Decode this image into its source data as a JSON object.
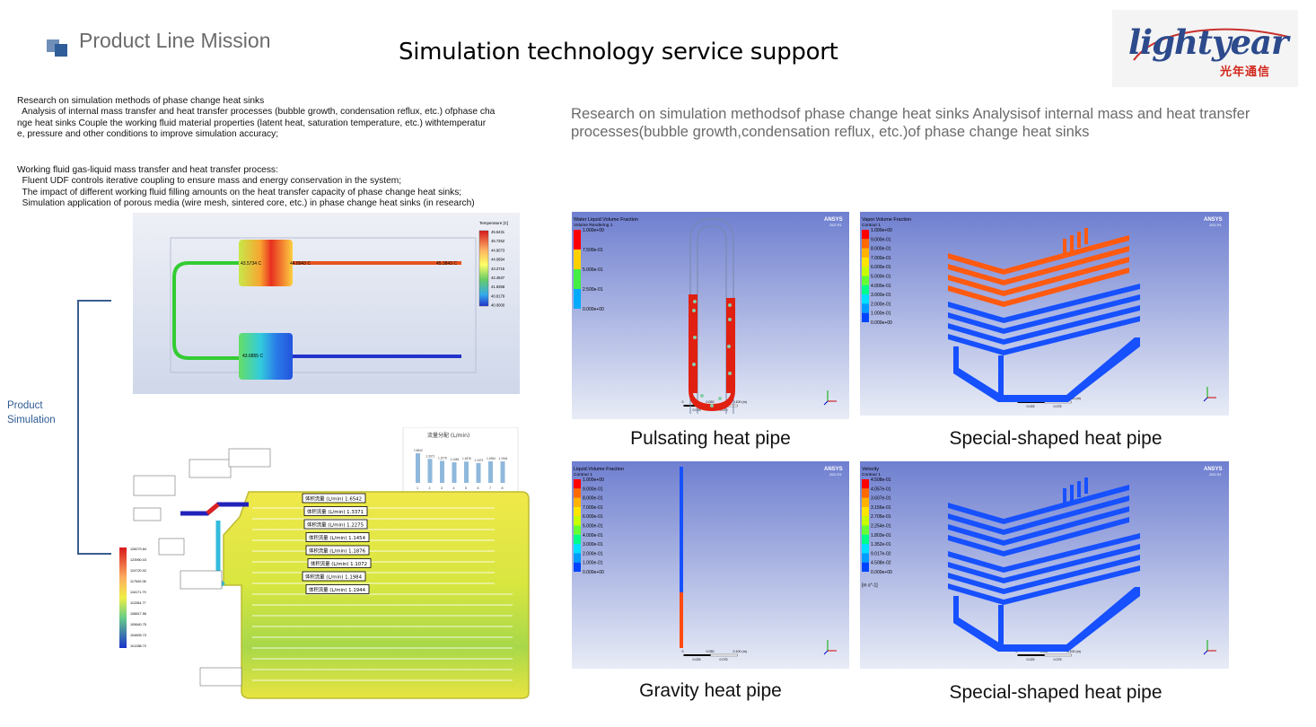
{
  "header": {
    "section_label": "Product Line Mission",
    "title": "Simulation technology service support"
  },
  "logo": {
    "wordmark": "lightyear",
    "chinese": "光年通信"
  },
  "left_text": {
    "block1": [
      "Research on simulation methods of phase change heat sinks",
      "  Analysis of internal mass transfer and heat transfer processes (bubble growth, condensation reflux, etc.) ofphase cha",
      "nge heat sinks Couple the working fluid material properties (latent heat, saturation temperature, etc.) withtemperatur",
      "e, pressure and other conditions to improve simulation accuracy;"
    ],
    "block2": [
      "Working fluid gas-liquid mass transfer and heat transfer process:",
      "  Fluent UDF controls iterative coupling to ensure mass and energy conservation in the system;",
      "  The impact of different working fluid filling amounts on the heat transfer capacity of phase change heat sinks;",
      "  Simulation application of porous media (wire mesh, sintered core, etc.) in phase change heat sinks (in research)"
    ]
  },
  "side_label": [
    "Product",
    "Simulation"
  ],
  "right_description": "Research on simulation methodsof phase change heat sinks Analysisof internal mass and heat transfer processes(bubble growth,condensation reflux, etc.)of phase change heat sinks",
  "thermal_sim": {
    "legend_title": "Temperature [C]",
    "legend_values": [
      "45.5431",
      "45.7252",
      "44.9073",
      "44.0894",
      "43.2715",
      "42.4537",
      "41.6358",
      "40.8179",
      "40.0000"
    ],
    "probe_labels": [
      "43.5734 C",
      "44.8943 C",
      "45.3843 C",
      "43.6855 C"
    ],
    "colors": [
      "#d7191c",
      "#f46d43",
      "#fdae61",
      "#fee08b",
      "#d9ef8b",
      "#a6d96a",
      "#66bd63",
      "#1a9850",
      "#2b83ba"
    ]
  },
  "flow_sim": {
    "chart_title": "流量分配 (L/min)",
    "bar_values": [
      "1.6542",
      "1.3371",
      "1.2275",
      "1.1454",
      "1.1876",
      "1.1072",
      "1.1984",
      "1.1944"
    ],
    "bar_categories": [
      "1",
      "2",
      "3",
      "4",
      "5",
      "6",
      "7",
      "8"
    ],
    "channel_label": "体积流量 (L/min)",
    "legend_values": [
      "128279.84",
      "123950.03",
      "124720.02",
      "117540.08",
      "116171.79",
      "112284.77",
      "108817.56",
      "105640.75",
      "104805.73",
      "101288.72"
    ]
  },
  "ansys_panels": [
    {
      "var": "Water Liquid.Volume Fraction",
      "sub": "Volume Rendering 1",
      "legend": [
        "1.000e+00",
        "7.500e-01",
        "5.000e-01",
        "2.500e-01",
        "0.000e+00"
      ],
      "caption": "Pulsating heat pipe"
    },
    {
      "var": "Vapor.Volume Fraction",
      "sub": "Contour 1",
      "legend": [
        "1.000e+00",
        "9.000e-01",
        "8.000e-01",
        "7.000e-01",
        "6.000e-01",
        "5.000e-01",
        "4.000e-01",
        "3.000e-01",
        "2.000e-01",
        "1.000e-01",
        "0.000e+00"
      ],
      "caption": "Special-shaped heat pipe"
    },
    {
      "var": "Liquid.Volume Fraction",
      "sub": "Contour 1",
      "legend": [
        "1.000e+00",
        "9.000e-01",
        "8.000e-01",
        "7.000e-01",
        "6.000e-01",
        "5.000e-01",
        "4.000e-01",
        "3.000e-01",
        "2.000e-01",
        "1.000e-01",
        "0.000e+00"
      ],
      "caption": "Gravity heat pipe"
    },
    {
      "var": "Velocity",
      "sub": "Contour 1",
      "legend": [
        "4.508e-01",
        "4.057e-01",
        "3.607e-01",
        "3.156e-01",
        "2.705e-01",
        "2.254e-01",
        "1.803e-01",
        "1.352e-01",
        "9.017e-02",
        "4.508e-02",
        "0.000e+00"
      ],
      "unit": "[m s^-1]",
      "caption": "Special-shaped heat pipe"
    }
  ],
  "ansys_brand": "ANSYS",
  "ansys_version": "2021 R1",
  "scale_labels": [
    "0",
    "0.050",
    "0.100 (m)",
    "0.025",
    "0.075"
  ]
}
